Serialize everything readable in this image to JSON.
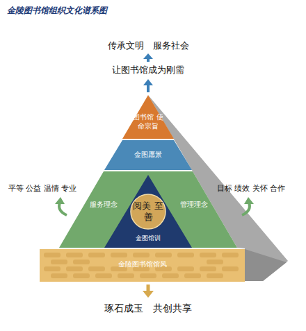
{
  "diagram": {
    "title": "金陵图书馆组织文化谱系图",
    "nodes": [
      {
        "text": [
          "图书馆 使命宗旨"
        ]
      },
      {
        "text": [
          "金图愿景"
        ]
      },
      {
        "text": [
          "服务理念",
          "管理理念"
        ]
      },
      {
        "text": [
          "金图馆训"
        ],
        "in": 2
      },
      {
        "text": [
          "阅美 至善"
        ],
        "in": 3
      },
      {
        "text": [
          "金陵图书馆馆风"
        ]
      }
    ],
    "labels": [
      "传承文明　服务社会",
      "让图书馆成为刚需",
      "平等 公益 温情 专业",
      "目标 绩效 关怀 合作",
      "琢石成玉　共创共享"
    ]
  }
}
